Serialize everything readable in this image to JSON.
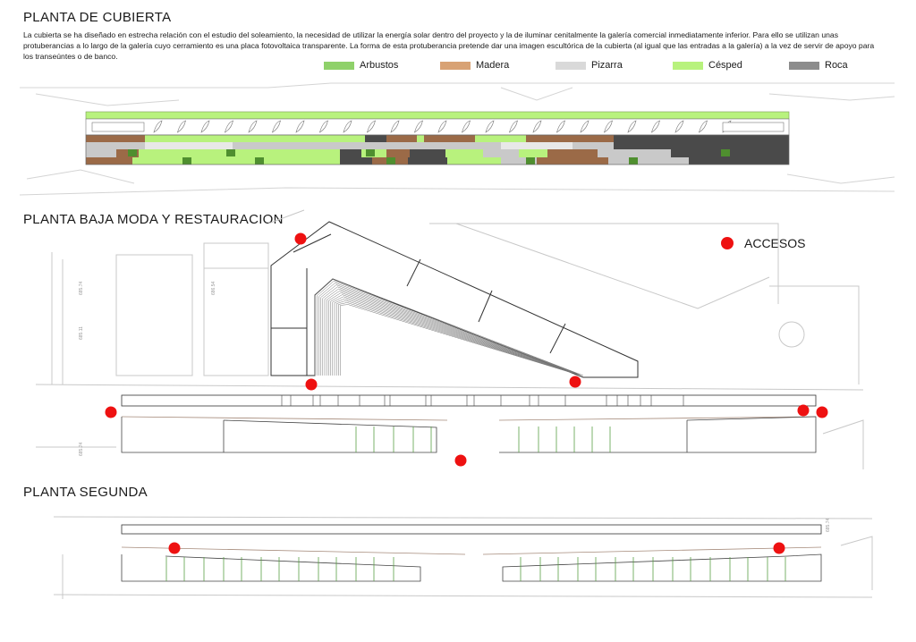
{
  "sections": {
    "cubierta_title": "PLANTA DE CUBIERTA",
    "baja_title": "PLANTA BAJA MODA Y RESTAURACION",
    "segunda_title": "PLANTA SEGUNDA"
  },
  "description": "La cubierta se ha diseñado en estrecha relación con el estudio del soleamiento, la necesidad de utilizar la energía solar dentro del proyecto y la de iluminar cenitalmente la galería comercial inmediatamente inferior. Para ello se utilizan unas protuberancias a lo largo de la galería cuyo cerramiento es una placa fotovoltaica transparente. La forma de esta protuberancia pretende dar una imagen escultórica de la cubierta (al igual que las entradas a la galería) a la vez de servir de apoyo para los transeúntes o de banco.",
  "legend": [
    {
      "label": "Arbustos",
      "color": "#8fd16a"
    },
    {
      "label": "Madera",
      "color": "#d8a274"
    },
    {
      "label": "Pizarra",
      "color": "#d9d9d9"
    },
    {
      "label": "Césped",
      "color": "#b8f27d"
    },
    {
      "label": "Roca",
      "color": "#8c8c8c"
    }
  ],
  "accesos": {
    "label": "ACCESOS",
    "color": "#ee1111"
  },
  "site_labels": [
    "685.74",
    "686.54",
    "685.11",
    "685.74",
    "685.74"
  ],
  "colors": {
    "grass": "#b8f27d",
    "shrub": "#8fd16a",
    "wood": "#9b6a47",
    "slate": "#c9c9c9",
    "rock": "#4a4a4a",
    "dark": "#333333",
    "line": "#555555",
    "faint": "#d4d4d4"
  }
}
